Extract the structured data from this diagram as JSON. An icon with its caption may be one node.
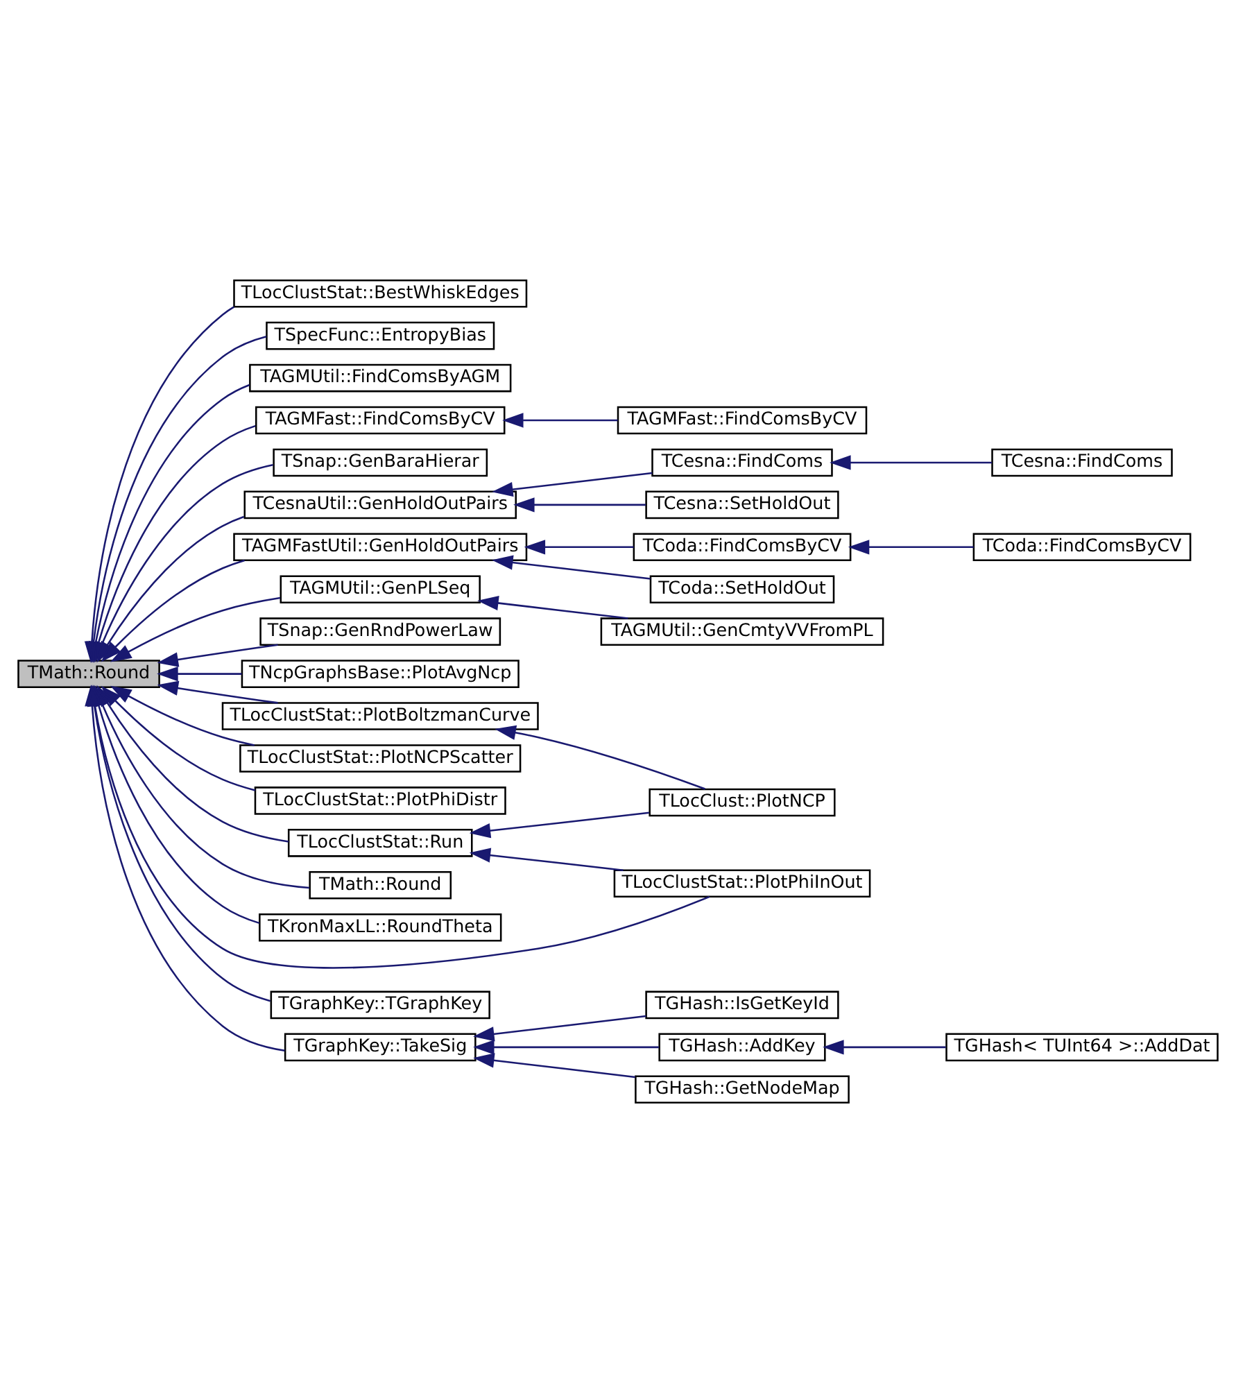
{
  "diagram": {
    "nodes": [
      {
        "text": [
          "TMath::Round"
        ]
      },
      {
        "text": [
          "TLocClustStat::BestWhiskEdges"
        ]
      },
      {
        "text": [
          "TSpecFunc::EntropyBias"
        ]
      },
      {
        "text": [
          "TAGMUtil::FindComsByAGM"
        ]
      },
      {
        "text": [
          "TAGMFast::FindComsByCV"
        ]
      },
      {
        "text": [
          "TSnap::GenBaraHierar"
        ]
      },
      {
        "text": [
          "TCesnaUtil::GenHoldOutPairs"
        ]
      },
      {
        "text": [
          "TAGMFastUtil::GenHoldOutPairs"
        ]
      },
      {
        "text": [
          "TAGMUtil::GenPLSeq"
        ]
      },
      {
        "text": [
          "TSnap::GenRndPowerLaw"
        ]
      },
      {
        "text": [
          "TNcpGraphsBase::PlotAvgNcp"
        ]
      },
      {
        "text": [
          "TLocClustStat::PlotBoltzmanCurve"
        ]
      },
      {
        "text": [
          "TLocClustStat::PlotNCPScatter"
        ]
      },
      {
        "text": [
          "TLocClustStat::PlotPhiDistr"
        ]
      },
      {
        "text": [
          "TLocClustStat::Run"
        ]
      },
      {
        "text": [
          "TMath::Round"
        ]
      },
      {
        "text": [
          "TKronMaxLL::RoundTheta"
        ]
      },
      {
        "text": [
          "TGraphKey::TakeSig"
        ]
      },
      {
        "text": [
          "TGraphKey::TGraphKey"
        ]
      },
      {
        "text": [
          "TAGMFast::FindComsByCV"
        ]
      },
      {
        "text": [
          "TCesna::SetHoldOut"
        ]
      },
      {
        "text": [
          "TCesna::FindComs"
        ]
      },
      {
        "text": [
          "TCoda::SetHoldOut"
        ]
      },
      {
        "text": [
          "TCoda::FindComsByCV"
        ]
      },
      {
        "text": [
          "TAGMUtil::GenCmtyVVFromPL"
        ]
      },
      {
        "text": [
          "TLocClust::PlotNCP"
        ]
      },
      {
        "text": [
          "TLocClustStat::PlotPhiInOut"
        ]
      },
      {
        "text": [
          "TGHash::GetNodeMap"
        ]
      },
      {
        "text": [
          "TGHash::IsGetKeyId"
        ]
      },
      {
        "text": [
          "TGHash::AddKey"
        ]
      },
      {
        "text": [
          "TCesna::FindComs"
        ]
      },
      {
        "text": [
          "TCoda::FindComsByCV"
        ]
      },
      {
        "text": [
          "TGHash< TUInt64 >::AddDat"
        ]
      }
    ],
    "edges": [
      {
        "from": 1,
        "to": 0,
        "arrow": "to"
      },
      {
        "from": 2,
        "to": 0,
        "arrow": "to"
      },
      {
        "from": 3,
        "to": 0,
        "arrow": "to"
      },
      {
        "from": 4,
        "to": 0,
        "arrow": "to"
      },
      {
        "from": 5,
        "to": 0,
        "arrow": "to"
      },
      {
        "from": 6,
        "to": 0,
        "arrow": "to"
      },
      {
        "from": 7,
        "to": 0,
        "arrow": "to"
      },
      {
        "from": 8,
        "to": 0,
        "arrow": "to"
      },
      {
        "from": 9,
        "to": 0,
        "arrow": "to"
      },
      {
        "from": 10,
        "to": 0,
        "arrow": "to"
      },
      {
        "from": 11,
        "to": 0,
        "arrow": "to"
      },
      {
        "from": 12,
        "to": 0,
        "arrow": "to"
      },
      {
        "from": 13,
        "to": 0,
        "arrow": "to"
      },
      {
        "from": 14,
        "to": 0,
        "arrow": "to"
      },
      {
        "from": 15,
        "to": 0,
        "arrow": "to"
      },
      {
        "from": 16,
        "to": 0,
        "arrow": "to"
      },
      {
        "from": 26,
        "to": 0,
        "arrow": "to"
      },
      {
        "from": 17,
        "to": 0,
        "arrow": "to"
      },
      {
        "from": 18,
        "to": 0,
        "arrow": "to"
      },
      {
        "from": 19,
        "to": 4,
        "arrow": "to"
      },
      {
        "from": 20,
        "to": 6,
        "arrow": "to"
      },
      {
        "from": 21,
        "to": 6,
        "arrow": "to"
      },
      {
        "from": 30,
        "to": 21,
        "arrow": "to"
      },
      {
        "from": 22,
        "to": 7,
        "arrow": "to"
      },
      {
        "from": 23,
        "to": 7,
        "arrow": "to"
      },
      {
        "from": 31,
        "to": 23,
        "arrow": "to"
      },
      {
        "from": 24,
        "to": 8,
        "arrow": "to"
      },
      {
        "from": 25,
        "to": 11,
        "arrow": "to"
      },
      {
        "from": 25,
        "to": 14,
        "arrow": "to"
      },
      {
        "from": 26,
        "to": 14,
        "arrow": "to"
      },
      {
        "from": 27,
        "to": 17,
        "arrow": "to"
      },
      {
        "from": 28,
        "to": 17,
        "arrow": "to"
      },
      {
        "from": 29,
        "to": 17,
        "arrow": "to"
      },
      {
        "from": 32,
        "to": 29,
        "arrow": "to"
      }
    ]
  }
}
